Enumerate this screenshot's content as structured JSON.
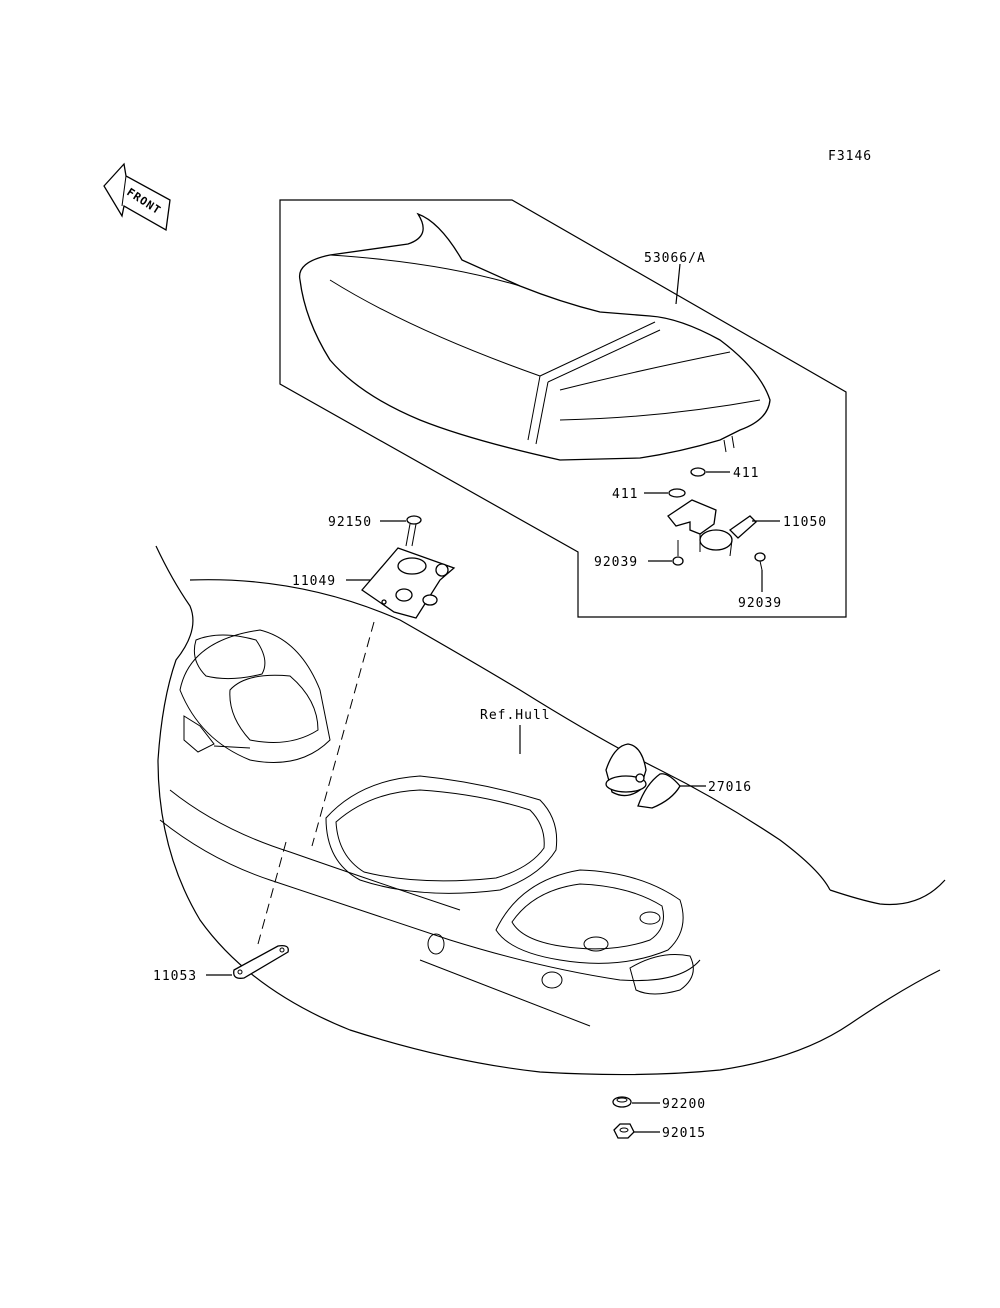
{
  "diagram_id": "F3146",
  "front_label": "FRONT",
  "reference_label": "Ref.Hull",
  "parts": {
    "seat": "53066/A",
    "washer_upper": "411",
    "washer_lower": "411",
    "bracket": "11050",
    "bolt_left": "92039",
    "bolt_right": "92039",
    "bolt_top": "92150",
    "plate": "11049",
    "latch_hook": "27016",
    "strap": "11053",
    "grommet": "92200",
    "nut": "92015"
  }
}
